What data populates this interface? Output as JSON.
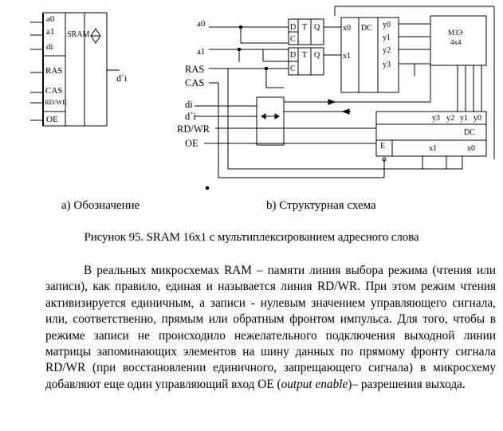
{
  "figure": {
    "left_symbol": {
      "inputs": [
        "a0",
        "a1",
        "di",
        "RAS",
        "CAS",
        "RD/WR",
        "OE"
      ],
      "title": "SRAM",
      "output": "d`i",
      "subtitle": "a)  Обозначение"
    },
    "right_scheme": {
      "signals": [
        "a0",
        "a1",
        "RAS",
        "CAS",
        "di",
        "d`i",
        "RD/WR",
        "OE"
      ],
      "latch_labels": [
        "D",
        "T",
        "Q",
        "C"
      ],
      "dc_top": {
        "title": "DC",
        "inputs": [
          "x0",
          "x1"
        ],
        "outputs": [
          "y0",
          "y1",
          "y2",
          "y3"
        ]
      },
      "mze": {
        "line1": "МЗЭ",
        "line2": "4x4"
      },
      "dc_bottom": {
        "title": "DC",
        "outputs": [
          "y3",
          "y2",
          "y1",
          "y0"
        ],
        "inputs": [
          "x1",
          "x0"
        ],
        "enable": "E"
      },
      "subtitle": "b)  Структурная схема"
    }
  },
  "caption": "Рисунок 95. SRAM 16x1 с мультиплексированием адресного слова",
  "paragraph": {
    "before_em": "В реальных микросхемах RAM – памяти линия выбора режима (чтения или записи), как правило, единая и называется линия RD/WR. При этом режим чтения активизируется единичным, а записи - нулевым значением управляющего сигнала, или, соответственно, прямым или обратным фронтом импульса. Для того, чтобы в режиме записи не происходило нежелательного подключения выходной линии матрицы запоминающих элементов на шину данных по прямому фронту сигнала RD/WR (при восстановлении единичного, запрещающего сигнала) в микросхему добавляют еще один управляющий вход OE (",
    "em": "output enable",
    "after_em": ")– разрешения выхода."
  }
}
